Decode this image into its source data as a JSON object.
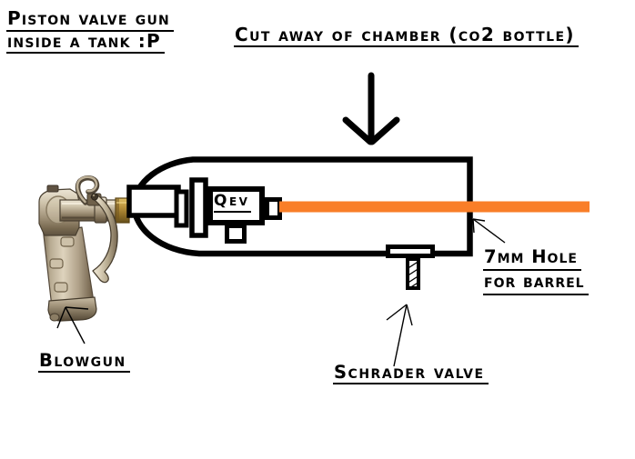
{
  "title": {
    "line1": "Piston valve gun",
    "line2": "inside a tank :P"
  },
  "heading": "Cut away of chamber (co2 bottle)",
  "labels": {
    "qev": "Qev",
    "blowgun": "Blowgun",
    "schrader": "Schrader valve",
    "hole_line1": "7mm Hole",
    "hole_line2": "for barrel"
  },
  "colors": {
    "barrel_orange": "#f97e28",
    "line_black": "#000000"
  }
}
